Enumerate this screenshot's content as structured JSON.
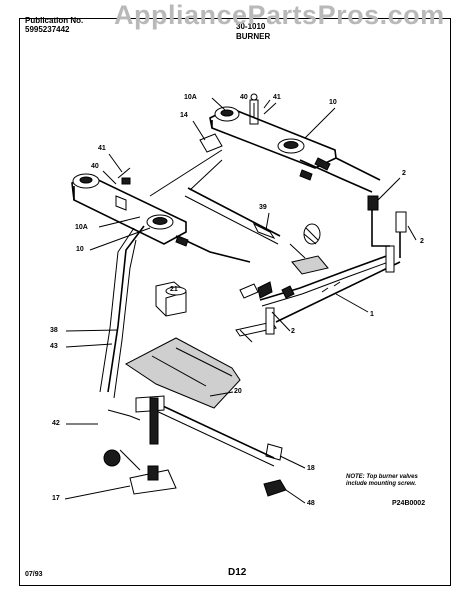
{
  "header": {
    "publication_label": "Publication No.",
    "publication_number": "5995237442",
    "model_code": "30-1010",
    "section_title": "BURNER"
  },
  "watermark": "AppliancePartsPros.com",
  "callouts": [
    "10A",
    "40",
    "41",
    "10",
    "14",
    "41",
    "40",
    "2",
    "39",
    "10A",
    "10",
    "2",
    "21",
    "1",
    "38",
    "2",
    "43",
    "20",
    "42",
    "18",
    "17",
    "48"
  ],
  "note": {
    "line1": "NOTE: Top burner valves",
    "line2": "include mounting screw."
  },
  "diagram_code": "P24B0002",
  "footer": {
    "date": "07/93",
    "page": "D12"
  }
}
